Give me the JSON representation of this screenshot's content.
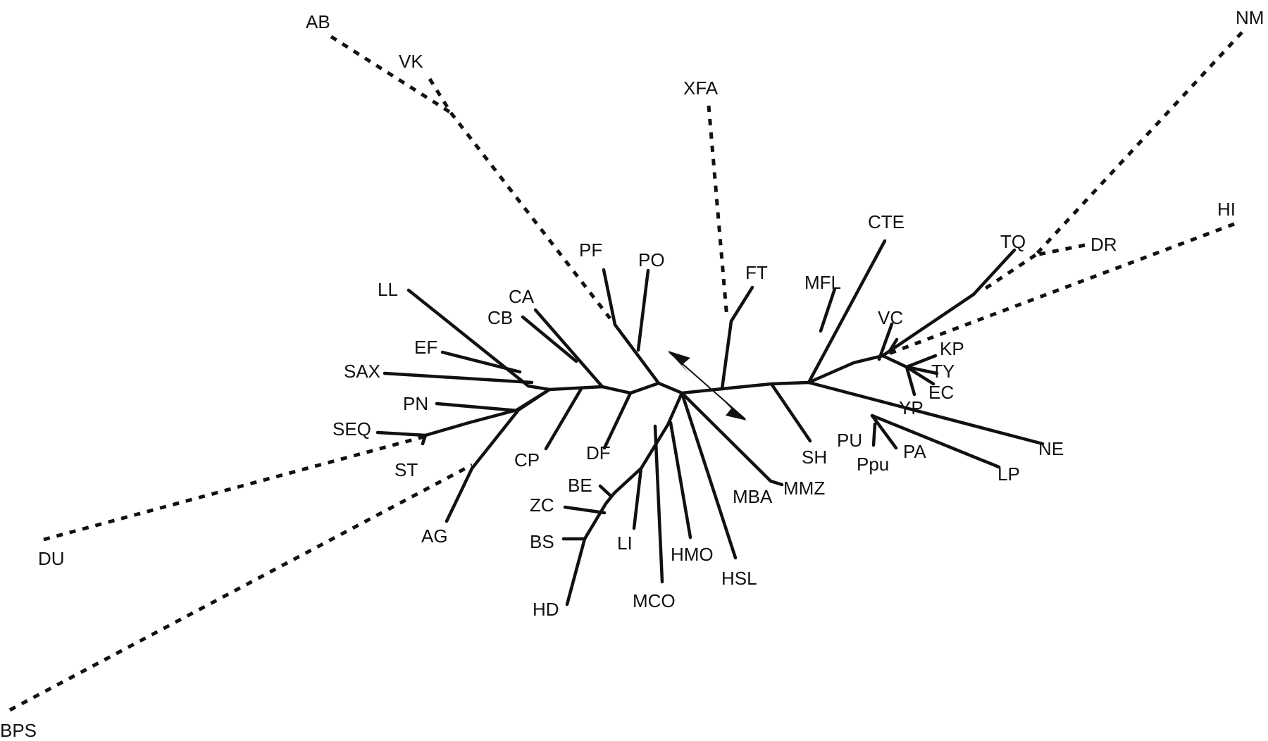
{
  "diagram": {
    "kind": "unrooted phylogenetic tree",
    "colors": {
      "line": "#111111",
      "background": "#ffffff"
    },
    "taxa": {
      "AB": "AB",
      "VK": "VK",
      "XFA": "XFA",
      "NM": "NM",
      "HI": "HI",
      "DR": "DR",
      "TQ": "TQ",
      "CTE": "CTE",
      "PF": "PF",
      "PO": "PO",
      "FT": "FT",
      "MFL": "MFL",
      "LL": "LL",
      "CA": "CA",
      "CB": "CB",
      "VC": "VC",
      "KP": "KP",
      "TY": "TY",
      "EC": "EC",
      "YP": "YP",
      "EF": "EF",
      "SAX": "SAX",
      "PN": "PN",
      "SEQ": "SEQ",
      "ST": "ST",
      "CP": "CP",
      "DF": "DF",
      "SH": "SH",
      "PU": "PU",
      "Ppu": "Ppu",
      "PA": "PA",
      "NE": "NE",
      "LP": "LP",
      "MBA": "MBA",
      "MMZ": "MMZ",
      "BE": "BE",
      "ZC": "ZC",
      "BS": "BS",
      "LI": "LI",
      "HMO": "HMO",
      "HSL": "HSL",
      "MCO": "MCO",
      "HD": "HD",
      "AG": "AG",
      "DU": "DU",
      "BPS": "BPS"
    }
  }
}
